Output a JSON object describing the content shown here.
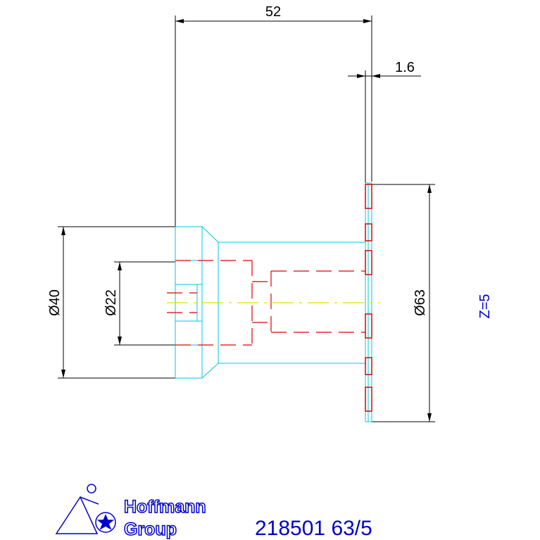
{
  "dimensions": {
    "length": "52",
    "thickness": "1.6",
    "outer_diameter": "Ø63",
    "shank_diameter": "Ø40",
    "bore_diameter": "Ø22"
  },
  "teeth_label": "Z=5",
  "brand": {
    "line1": "Hoffmann",
    "line2": "Group"
  },
  "part_number": "218501 63/5",
  "colors": {
    "dimension": "#000000",
    "outline": "#00c8e0",
    "hidden": "#e00000",
    "center": "#e0e000",
    "label": "#0000cc"
  }
}
